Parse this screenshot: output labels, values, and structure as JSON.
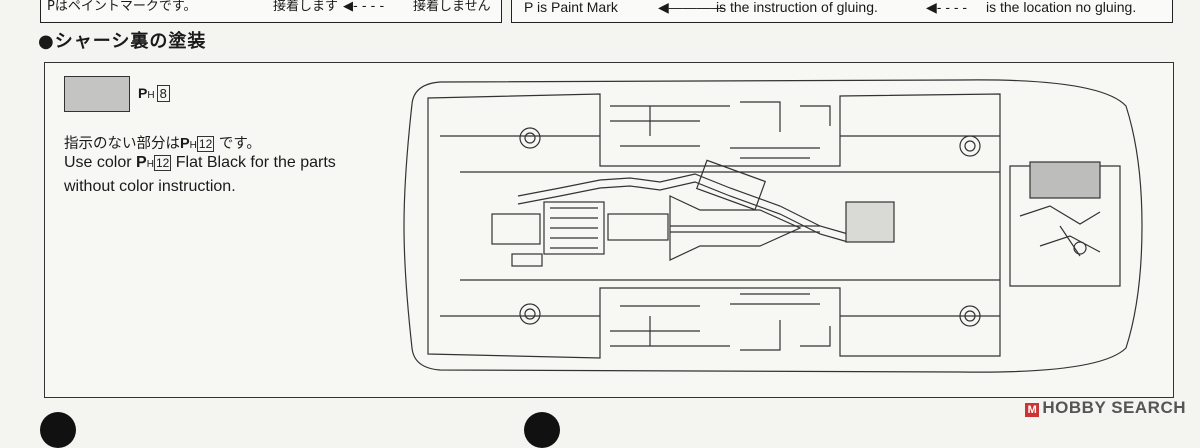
{
  "legend_jp": {
    "text_a": "Pはペイントマークです。",
    "text_b": "接着します",
    "text_c": "接着しません"
  },
  "legend_en": {
    "text_a": "P is Paint Mark",
    "text_b": "is the instruction of gluing.",
    "text_c": "is the location no gluing."
  },
  "section": {
    "title": "●シャーシ裏の塗装"
  },
  "swatch": {
    "paint_prefix": "P",
    "paint_sub": "H",
    "paint_number": "8",
    "color": "#c4c4c2"
  },
  "note": {
    "jp_before": "指示のない部分は",
    "jp_number": "12",
    "jp_after": " です。",
    "en_line1_before": "Use color ",
    "en_number": "12",
    "en_line1_after": " Flat Black for the parts",
    "en_line2": "without color instruction."
  },
  "watermark": {
    "logo_glyph": "M",
    "text": "HOBBY SEARCH"
  }
}
